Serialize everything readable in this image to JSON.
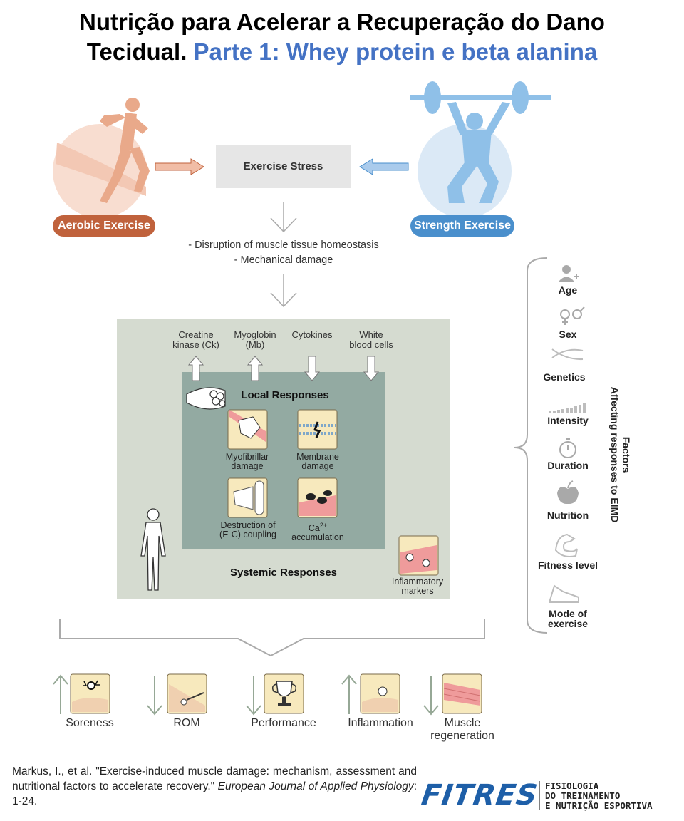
{
  "title": {
    "line1": "Nutrição para Acelerar a Recuperação do Dano",
    "line2_black": "Tecidual.",
    "line2_blue": "Parte 1: Whey protein e beta alanina"
  },
  "diagram": {
    "exercise_stress": "Exercise Stress",
    "aerobic": "Aerobic Exercise",
    "strength": "Strength Exercise",
    "disruption": "- Disruption of muscle tissue homeostasis",
    "mechanical": "- Mechanical damage",
    "markers": [
      {
        "line1": "Creatine",
        "line2": "kinase (Ck)",
        "direction": "up"
      },
      {
        "line1": "Myoglobin",
        "line2": "(Mb)",
        "direction": "up"
      },
      {
        "line1": "Cytokines",
        "line2": "",
        "direction": "down"
      },
      {
        "line1": "White",
        "line2": "blood cells",
        "direction": "down"
      }
    ],
    "local_responses": "Local Responses",
    "local_items": [
      {
        "line1": "Myofibrillar",
        "line2": "damage"
      },
      {
        "line1": "Membrane",
        "line2": "damage"
      },
      {
        "line1": "Destruction of",
        "line2": "(E-C) coupling"
      },
      {
        "line1": "Ca",
        "sup": "2+",
        "line2": "accumulation"
      }
    ],
    "systemic_responses": "Systemic Responses",
    "inflammatory": {
      "line1": "Inflammatory",
      "line2": "markers"
    }
  },
  "factors": {
    "heading_line1": "Factors",
    "heading_line2": "Affecting responses to EIMD",
    "items": [
      {
        "icon": "person-plus-icon",
        "label": "Age"
      },
      {
        "icon": "gender-icon",
        "label": "Sex"
      },
      {
        "icon": "dna-icon",
        "label": "Genetics"
      },
      {
        "icon": "bars-icon",
        "label": "Intensity"
      },
      {
        "icon": "stopwatch-icon",
        "label": "Duration"
      },
      {
        "icon": "apple-icon",
        "label": "Nutrition"
      },
      {
        "icon": "flexed-arm-icon",
        "label": "Fitness level"
      },
      {
        "icon": "shoe-icon",
        "label": "Mode of exercise"
      }
    ]
  },
  "outcomes": [
    {
      "label": "Soreness",
      "label2": "",
      "direction": "up"
    },
    {
      "label": "ROM",
      "label2": "",
      "direction": "down"
    },
    {
      "label": "Performance",
      "label2": "",
      "direction": "down"
    },
    {
      "label": "Inflammation",
      "label2": "",
      "direction": "up"
    },
    {
      "label": "Muscle",
      "label2": "regeneration",
      "direction": "down"
    }
  ],
  "citation": {
    "text": "Markus, I., et al. \"Exercise-induced muscle damage: mechanism, assessment and nutritional factors to accelerate recovery.\" ",
    "journal": "European Journal of Applied Physiology",
    "pages": ": 1-24."
  },
  "brand": {
    "logo": "FITRES",
    "line1": "FISIOLOGIA",
    "line2": "DO TREINAMENTO",
    "line3": "E NUTRIÇÃO ESPORTIVA"
  },
  "colors": {
    "aerobic": "#c0623c",
    "strength": "#4a8fcc",
    "title_blue": "#4472c4",
    "outer_box": "#d5dbd0",
    "inner_box": "#93aaa2",
    "brand": "#1e5fa8"
  }
}
